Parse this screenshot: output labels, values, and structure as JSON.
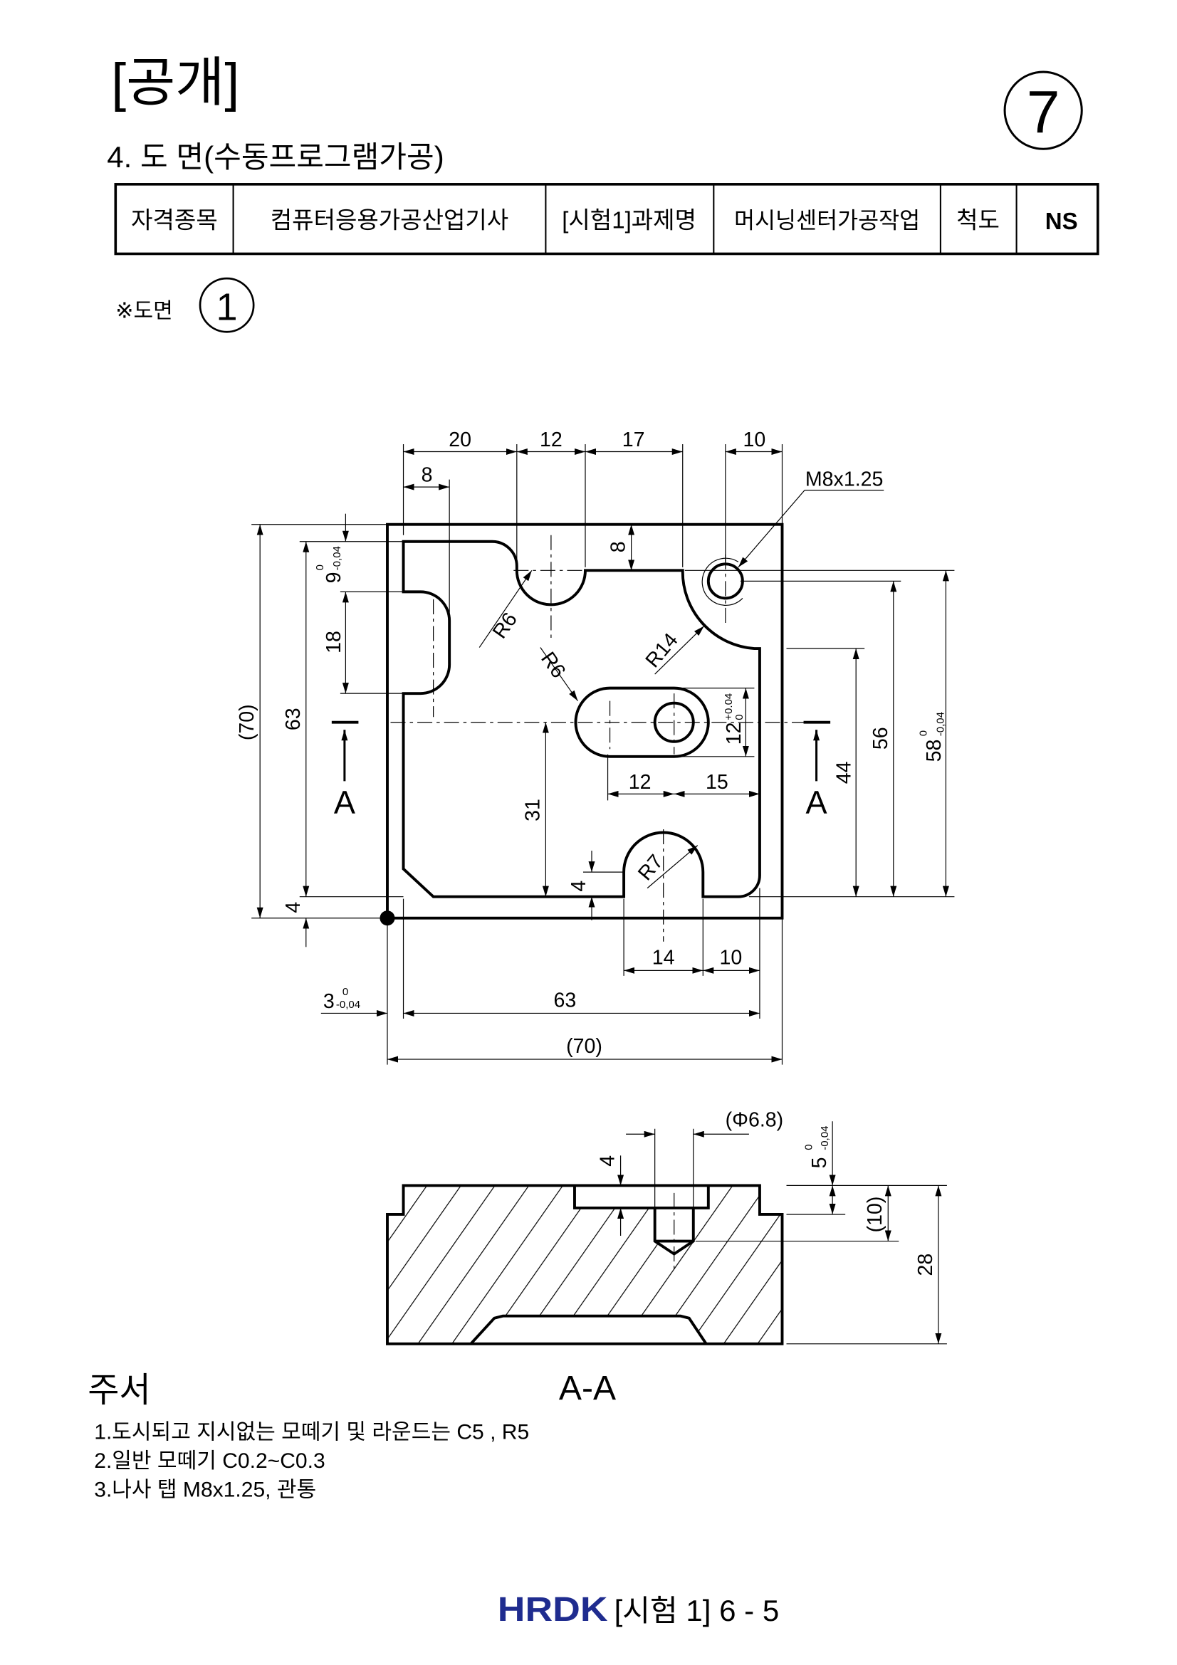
{
  "header": {
    "disclosure": "[공개]",
    "section_title": "4. 도 면(수동프로그램가공)",
    "sheet_number": "7"
  },
  "title_table": {
    "cells": [
      "자격종목",
      "컴퓨터응용가공산업기사",
      "[시험1]과제명",
      "머시닝센터가공작업",
      "척도",
      "NS"
    ]
  },
  "drawing_label": {
    "text": "※도면",
    "number": "1"
  },
  "plan_view": {
    "dims_top": [
      "20",
      "12",
      "17",
      "10",
      "8"
    ],
    "thread_callout": "M8x1.25",
    "dims_left": {
      "overall": "(70)",
      "height": "63",
      "pocket_offset": "9",
      "pocket_offset_tol_upper": "0",
      "pocket_offset_tol_lower": "-0,04",
      "pocket_width": "18",
      "bottom_offset": "4"
    },
    "dims_inner": {
      "top_depth": "8",
      "slot_width": "12",
      "slot_width_tol_upper": "+0.04",
      "slot_width_tol_lower": "0",
      "slot_length": "12",
      "slot_to_edge": "15",
      "slot_height": "31",
      "bottom_step": "4"
    },
    "radii": [
      "R6",
      "R6",
      "R14",
      "R7"
    ],
    "dims_right": {
      "d44": "44",
      "d56": "56",
      "d58": "58",
      "d58_tol_upper": "0",
      "d58_tol_lower": "-0,04"
    },
    "dims_bottom": {
      "d14": "14",
      "d10": "10",
      "d63": "63",
      "d70": "(70)",
      "d3": "3",
      "d3_tol_upper": "0",
      "d3_tol_lower": "-0,04"
    },
    "section_marker": "A"
  },
  "section_view": {
    "drill_dia": "(Φ6.8)",
    "counterbore_depth": "4",
    "step": "5",
    "step_tol_upper": "0",
    "step_tol_lower": "-0,04",
    "depth": "(10)",
    "height": "28",
    "label": "A-A"
  },
  "notes": {
    "title": "주서",
    "items": [
      "1.도시되고 지시없는 모떼기 및 라운드는 C5 , R5",
      "2.일반 모떼기 C0.2~C0.3",
      "3.나사 탭 M8x1.25, 관통"
    ]
  },
  "footer": {
    "logo": "HRDK",
    "page": "[시험 1] 6 - 5",
    "logo_color": "#1f2c8f"
  }
}
